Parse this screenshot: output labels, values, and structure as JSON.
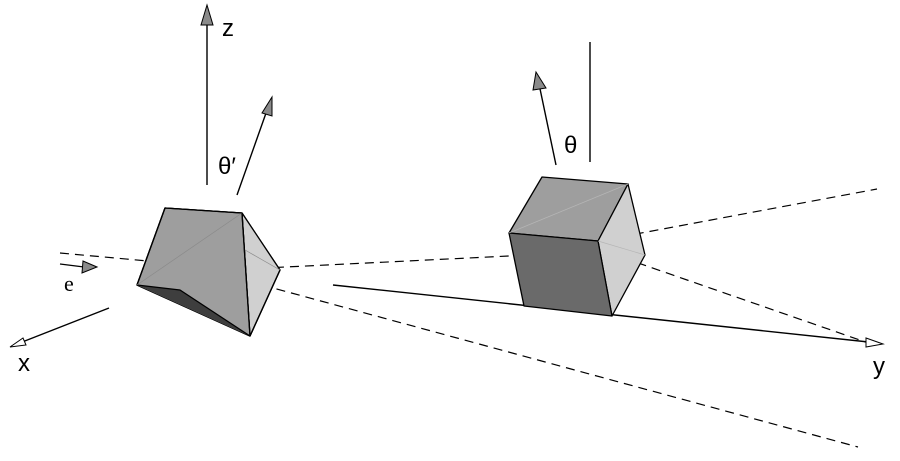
{
  "axes": {
    "x": "x",
    "y": "y",
    "z": "z"
  },
  "labels": {
    "theta": "θ",
    "theta_prime": "θ′",
    "e": "e"
  },
  "colors": {
    "cube_top": "#9e9e9e",
    "cube_side_light": "#d0d0d0",
    "cube_side_dark": "#6a6a6a",
    "cube_bottom_dark": "#3e3e3e",
    "arrowhead": "#8a8a8a",
    "stroke": "#000000"
  }
}
